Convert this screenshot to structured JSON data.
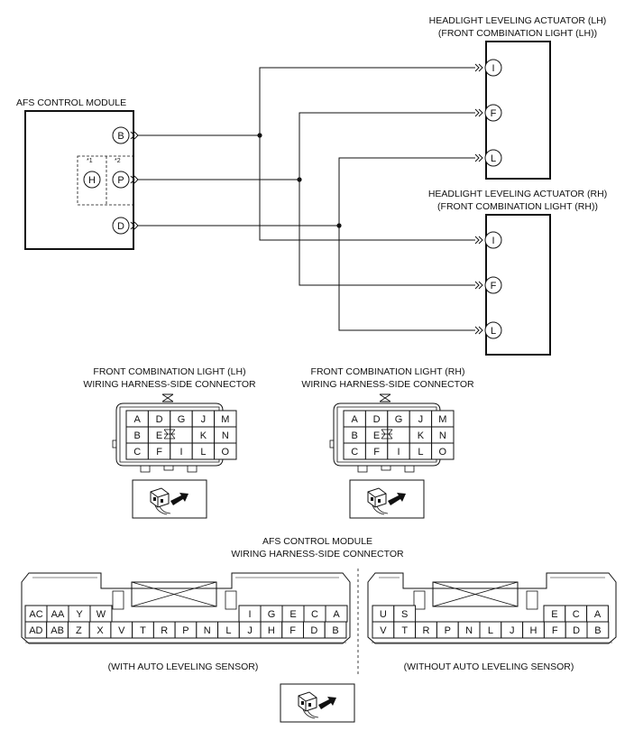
{
  "afs_module": {
    "title": "AFS CONTROL MODULE",
    "pins": [
      "B",
      "P",
      "D",
      "H"
    ],
    "variant_marks": [
      "*1",
      "*2"
    ]
  },
  "actuator_lh": {
    "title_line1": "HEADLIGHT LEVELING ACTUATOR (LH)",
    "title_line2": "(FRONT COMBINATION LIGHT (LH))",
    "pins": [
      "I",
      "F",
      "L"
    ]
  },
  "actuator_rh": {
    "title_line1": "HEADLIGHT LEVELING ACTUATOR (RH)",
    "title_line2": "(FRONT COMBINATION LIGHT (RH))",
    "pins": [
      "I",
      "F",
      "L"
    ]
  },
  "connector_lh": {
    "title_line1": "FRONT COMBINATION LIGHT (LH)",
    "title_line2": "WIRING HARNESS-SIDE CONNECTOR",
    "rows": [
      [
        "A",
        "D",
        "G",
        "J",
        "M"
      ],
      [
        "B",
        "E",
        "",
        "K",
        "N"
      ],
      [
        "C",
        "F",
        "I",
        "L",
        "O"
      ]
    ]
  },
  "connector_rh": {
    "title_line1": "FRONT COMBINATION LIGHT (RH)",
    "title_line2": "WIRING HARNESS-SIDE CONNECTOR",
    "rows": [
      [
        "A",
        "D",
        "G",
        "J",
        "M"
      ],
      [
        "B",
        "E",
        "",
        "K",
        "N"
      ],
      [
        "C",
        "F",
        "I",
        "L",
        "O"
      ]
    ]
  },
  "afs_connector": {
    "title_line1": "AFS CONTROL MODULE",
    "title_line2": "WIRING HARNESS-SIDE CONNECTOR",
    "with_sensor": {
      "caption": "(WITH AUTO LEVELING SENSOR)",
      "top_left": [
        "AC",
        "AA",
        "Y",
        "W"
      ],
      "top_right": [
        "I",
        "G",
        "E",
        "C",
        "A"
      ],
      "bottom": [
        "AD",
        "AB",
        "Z",
        "X",
        "V",
        "T",
        "R",
        "P",
        "N",
        "L",
        "J",
        "H",
        "F",
        "D",
        "B"
      ]
    },
    "without_sensor": {
      "caption": "(WITHOUT AUTO LEVELING SENSOR)",
      "top_left": [
        "U",
        "S"
      ],
      "top_right": [
        "E",
        "C",
        "A"
      ],
      "bottom": [
        "V",
        "T",
        "R",
        "P",
        "N",
        "L",
        "J",
        "H",
        "F",
        "D",
        "B"
      ]
    }
  }
}
